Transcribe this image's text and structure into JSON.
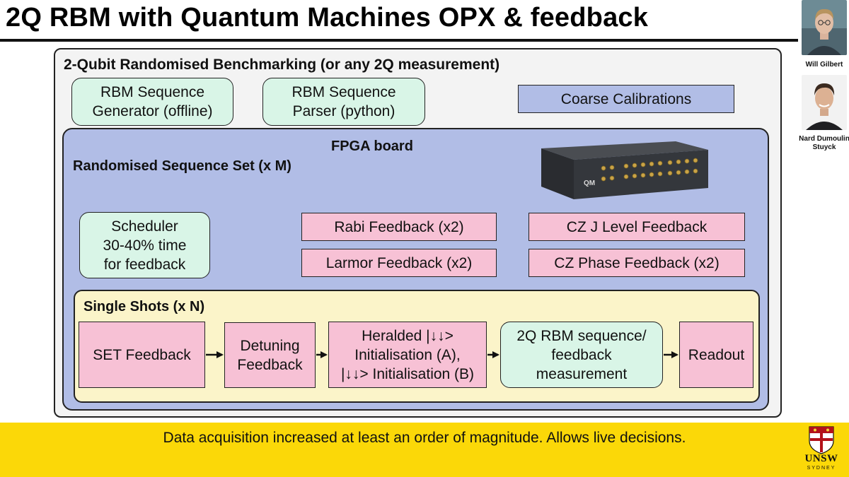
{
  "header": {
    "title": "2Q RBM with Quantum Machines OPX & feedback"
  },
  "presenters": [
    {
      "name": "Will Gilbert"
    },
    {
      "name_line1": "Nard Dumoulin",
      "name_line2": "Stuyck"
    }
  ],
  "outer": {
    "title": "2-Qubit Randomised Benchmarking (or any 2Q measurement)",
    "generator": {
      "line1": "RBM Sequence",
      "line2": "Generator (offline)"
    },
    "parser": {
      "line1": "RBM Sequence",
      "line2": "Parser (python)"
    },
    "calibrations": "Coarse Calibrations"
  },
  "fpga": {
    "title": "FPGA board",
    "sequence_set": "Randomised Sequence Set (x M)",
    "device_logo": "QM",
    "scheduler": {
      "line1": "Scheduler",
      "line2": "30-40% time",
      "line3": "for feedback"
    },
    "rabi": "Rabi Feedback (x2)",
    "larmor": "Larmor Feedback (x2)",
    "cz_j": "CZ J Level Feedback",
    "cz_phase": "CZ Phase Feedback (x2)"
  },
  "shots": {
    "title": "Single Shots (x N)",
    "set_feedback": "SET Feedback",
    "detuning": {
      "line1": "Detuning",
      "line2": "Feedback"
    },
    "heralded": {
      "line1": "Heralded |↓↓>",
      "line2": "Initialisation (A),",
      "line3": "|↓↓> Initialisation (B)"
    },
    "rbm_seq": {
      "line1": "2Q RBM sequence/",
      "line2": "feedback",
      "line3": "measurement"
    },
    "readout": "Readout"
  },
  "footer": {
    "text": "Data acquisition increased at least an order of magnitude. Allows live decisions.",
    "logo_word": "UNSW",
    "logo_sub": "SYDNEY"
  },
  "colors": {
    "green_box": "#d9f5e7",
    "blue_box": "#b1bde6",
    "pink_box": "#f7c1d5",
    "shots_bg": "#fbf4c9",
    "footer_bar": "#fbd808"
  }
}
